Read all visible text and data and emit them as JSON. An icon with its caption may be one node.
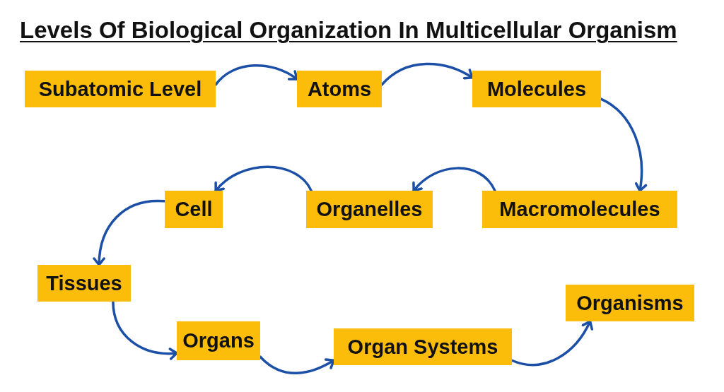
{
  "diagram": {
    "title": "Levels Of Biological Organization In Multicellular Organism",
    "nodes": [
      {
        "text": [
          "Subatomic Level"
        ]
      },
      {
        "text": [
          "Atoms"
        ]
      },
      {
        "text": [
          "Molecules"
        ]
      },
      {
        "text": [
          "Macromolecules"
        ]
      },
      {
        "text": [
          "Organelles"
        ]
      },
      {
        "text": [
          "Cell"
        ]
      },
      {
        "text": [
          "Tissues"
        ]
      },
      {
        "text": [
          "Organs"
        ]
      },
      {
        "text": [
          "Organ Systems"
        ]
      },
      {
        "text": [
          "Organisms"
        ]
      }
    ],
    "edges": [
      {
        "from": 0,
        "to": 1,
        "arrow": "to"
      },
      {
        "from": 1,
        "to": 2,
        "arrow": "to"
      },
      {
        "from": 2,
        "to": 3,
        "arrow": "to"
      },
      {
        "from": 3,
        "to": 4,
        "arrow": "to"
      },
      {
        "from": 4,
        "to": 5,
        "arrow": "to"
      },
      {
        "from": 5,
        "to": 6,
        "arrow": "to"
      },
      {
        "from": 6,
        "to": 7,
        "arrow": "to"
      },
      {
        "from": 7,
        "to": 8,
        "arrow": "to"
      },
      {
        "from": 8,
        "to": 9,
        "arrow": "to"
      }
    ]
  }
}
